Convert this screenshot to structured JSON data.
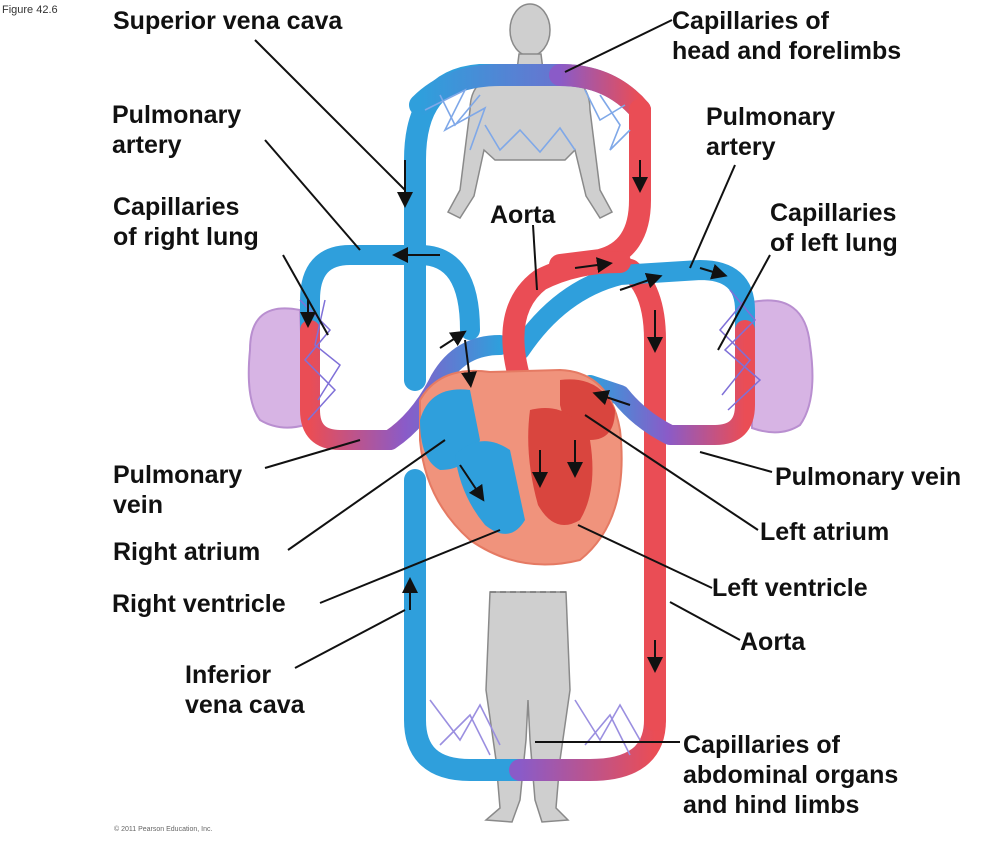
{
  "figure_number": "Figure 42.6",
  "copyright": "© 2011 Pearson Education, Inc.",
  "colors": {
    "vein_blue": "#2f9fdc",
    "artery_red": "#ea4d55",
    "capillary_purple": "#8a5bc8",
    "lung_lilac": "#d7b4e4",
    "heart_salmon": "#f0937c",
    "body_gray": "#cfcfcf"
  },
  "labels": {
    "superior_vena_cava": "Superior vena cava",
    "capillaries_head": [
      "Capillaries of",
      "head and forelimbs"
    ],
    "pulmonary_artery_right": [
      "Pulmonary",
      "artery"
    ],
    "pulmonary_artery_left": [
      "Pulmonary",
      "artery"
    ],
    "capillaries_right_lung": [
      "Capillaries",
      "of right lung"
    ],
    "capillaries_left_lung": [
      "Capillaries",
      "of left lung"
    ],
    "aorta_top": "Aorta",
    "pulmonary_vein_right": [
      "Pulmonary",
      "vein"
    ],
    "pulmonary_vein_left": "Pulmonary vein",
    "right_atrium": "Right atrium",
    "left_atrium": "Left atrium",
    "right_ventricle": "Right ventricle",
    "left_ventricle": "Left ventricle",
    "inferior_vena_cava": [
      "Inferior",
      "vena cava"
    ],
    "aorta_bottom": "Aorta",
    "capillaries_abdominal": [
      "Capillaries of",
      "abdominal organs",
      "and hind limbs"
    ]
  }
}
